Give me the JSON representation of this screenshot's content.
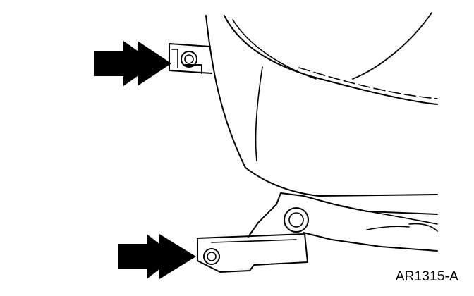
{
  "figure": {
    "reference_code": "AR1315-A",
    "line_color": "#000000",
    "fill_color": "#ffffff",
    "subject": [
      "seat-cushion",
      "seat-track",
      "mounting-bolts"
    ],
    "callout_arrow_count": 2
  }
}
